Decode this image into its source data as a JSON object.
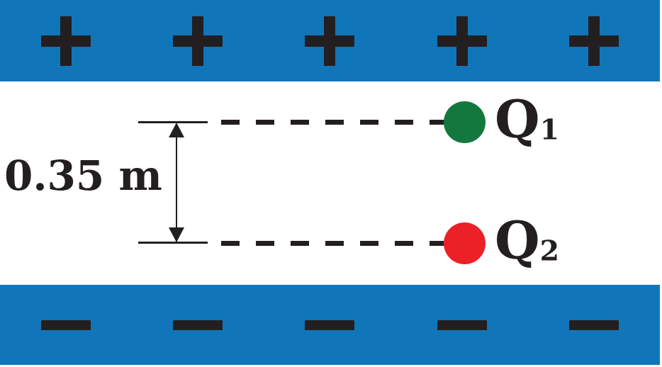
{
  "figure": {
    "type": "physics-diagram",
    "description": "Two point charges Q1 and Q2 located between oppositely charged parallel plates, separated vertically by 0.35 m"
  },
  "plates": {
    "top": {
      "polarity": "positive",
      "symbol": "+",
      "symbol_count": 5,
      "color": "#1076b9"
    },
    "bottom": {
      "polarity": "negative",
      "symbol": "−",
      "symbol_count": 5,
      "color": "#1076b9"
    }
  },
  "charges": [
    {
      "symbol": "Q",
      "subscript": "1",
      "dot_color": "#13783d",
      "position": "upper dashed line"
    },
    {
      "symbol": "Q",
      "subscript": "2",
      "dot_color": "#ec2027",
      "position": "lower dashed line"
    }
  ],
  "dimension": {
    "label": "0.35 m",
    "measures": "vertical separation between Q1 and Q2"
  },
  "colors": {
    "plate_blue": "#1076b9",
    "ink_black": "#231f20",
    "q1_green": "#13783d",
    "q2_red": "#ec2027",
    "background": "#ffffff"
  }
}
